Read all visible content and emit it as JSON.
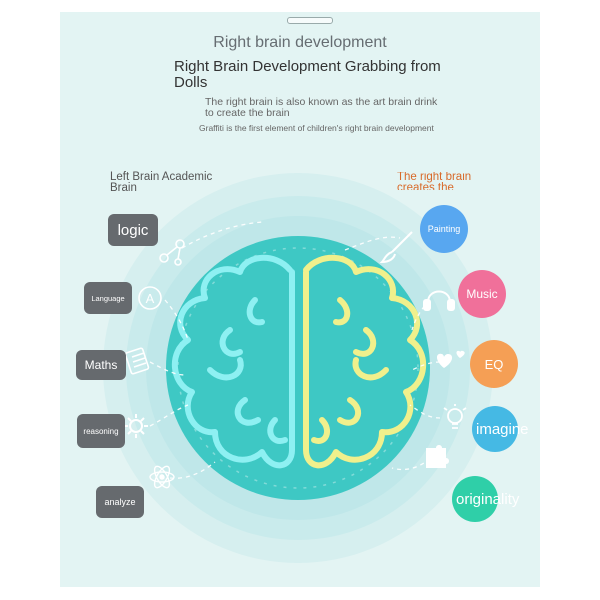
{
  "header": {
    "title": "Right brain development",
    "subtitle": "Right Brain Development Grabbing from Dolls",
    "desc1": "The right brain is also known as the art brain drink to create the brain",
    "desc2": "Graffiti is the first element of children's right brain development"
  },
  "left": {
    "heading": "Left Brain Academic Brain",
    "items": [
      {
        "label": "logic",
        "icon": "molecule-icon"
      },
      {
        "label": "Language",
        "icon": "letter-a-icon"
      },
      {
        "label": "Maths",
        "icon": "notepad-icon"
      },
      {
        "label": "reasoning",
        "icon": "gear-icon"
      },
      {
        "label": "analyze",
        "icon": "atom-icon"
      }
    ]
  },
  "right": {
    "heading": "The right brain creates the brain",
    "items": [
      {
        "label": "Painting",
        "color": "#58a7f0",
        "icon": "paintbrush-icon"
      },
      {
        "label": "Music",
        "color": "#f0709a",
        "icon": "headphones-icon"
      },
      {
        "label": "EQ",
        "color": "#f59f55",
        "icon": "hearts-icon"
      },
      {
        "label": "imagine",
        "color": "#45b9e4",
        "icon": "lightbulb-icon"
      },
      {
        "label": "originality",
        "color": "#2fcfa8",
        "icon": "puzzle-icon"
      }
    ]
  },
  "colors": {
    "panel": "#e3f4f3",
    "brainCircle": "#3ec8c4",
    "leftBrain": "#8ef0f2",
    "rightBrain": "#f0f08c",
    "pill": "#666a6e"
  }
}
